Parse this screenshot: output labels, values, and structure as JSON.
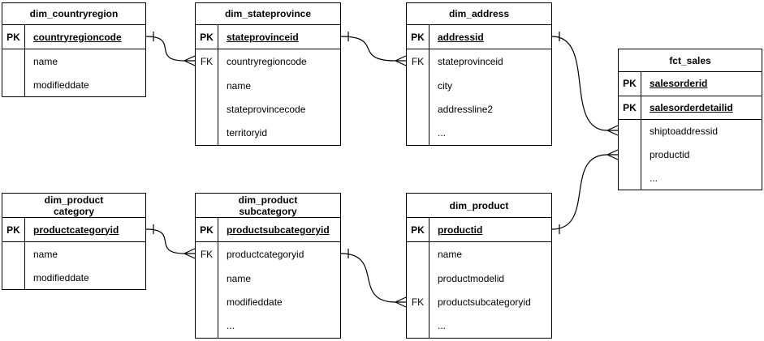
{
  "diagram": {
    "kind": "entity-relationship-diagram",
    "background_color": "#ffffff",
    "line_color": "#000000",
    "text_color": "#000000",
    "key_badges": {
      "primary": "PK",
      "foreign": "FK"
    },
    "tables": [
      {
        "title": "dim_countryregion",
        "rows": [
          {
            "badge": "PK",
            "name": "countryregioncode",
            "is_pk": true
          },
          {
            "badge": "",
            "name": "name"
          },
          {
            "badge": "",
            "name": "modifieddate"
          }
        ]
      },
      {
        "title": "dim_stateprovince",
        "rows": [
          {
            "badge": "PK",
            "name": "stateprovinceid",
            "is_pk": true
          },
          {
            "badge": "FK",
            "name": "countryregioncode"
          },
          {
            "badge": "",
            "name": "name"
          },
          {
            "badge": "",
            "name": "stateprovincecode"
          },
          {
            "badge": "",
            "name": "territoryid"
          }
        ]
      },
      {
        "title": "dim_address",
        "rows": [
          {
            "badge": "PK",
            "name": "addressid",
            "is_pk": true
          },
          {
            "badge": "FK",
            "name": "stateprovinceid"
          },
          {
            "badge": "",
            "name": "city"
          },
          {
            "badge": "",
            "name": "addressline2"
          },
          {
            "badge": "",
            "name": "..."
          }
        ]
      },
      {
        "title": "fct_sales",
        "rows": [
          {
            "badge": "PK",
            "name": "salesorderid",
            "is_pk": true
          },
          {
            "badge": "PK",
            "name": "salesorderdetailid",
            "is_pk": true
          },
          {
            "badge": "",
            "name": "shiptoaddressid"
          },
          {
            "badge": "",
            "name": "productid"
          },
          {
            "badge": "",
            "name": "..."
          }
        ]
      },
      {
        "title": "dim_product\ncategory",
        "rows": [
          {
            "badge": "PK",
            "name": "productcategoryid",
            "is_pk": true
          },
          {
            "badge": "",
            "name": "name"
          },
          {
            "badge": "",
            "name": "modifieddate"
          }
        ]
      },
      {
        "title": "dim_product\nsubcategory",
        "rows": [
          {
            "badge": "PK",
            "name": "productsubcategoryid",
            "is_pk": true
          },
          {
            "badge": "FK",
            "name": "productcategoryid"
          },
          {
            "badge": "",
            "name": "name"
          },
          {
            "badge": "",
            "name": "modifieddate"
          },
          {
            "badge": "",
            "name": "..."
          }
        ]
      },
      {
        "title": "dim_product",
        "rows": [
          {
            "badge": "PK",
            "name": "productid",
            "is_pk": true
          },
          {
            "badge": "",
            "name": "name"
          },
          {
            "badge": "",
            "name": "productmodelid"
          },
          {
            "badge": "FK",
            "name": "productsubcategoryid"
          },
          {
            "badge": "",
            "name": "..."
          }
        ]
      }
    ],
    "relationships": [
      {
        "from_table": "dim_countryregion",
        "from_field": "countryregioncode",
        "to_table": "dim_stateprovince",
        "to_field": "countryregioncode",
        "from_cardinality": "one",
        "to_cardinality": "many"
      },
      {
        "from_table": "dim_stateprovince",
        "from_field": "stateprovinceid",
        "to_table": "dim_address",
        "to_field": "stateprovinceid",
        "from_cardinality": "one",
        "to_cardinality": "many"
      },
      {
        "from_table": "dim_address",
        "from_field": "addressid",
        "to_table": "fct_sales",
        "to_field": "shiptoaddressid",
        "from_cardinality": "one",
        "to_cardinality": "many"
      },
      {
        "from_table": "dim_product",
        "from_field": "productid",
        "to_table": "fct_sales",
        "to_field": "productid",
        "from_cardinality": "one",
        "to_cardinality": "many"
      },
      {
        "from_table": "dim_productcategory",
        "from_field": "productcategoryid",
        "to_table": "dim_productsubcategory",
        "to_field": "productcategoryid",
        "from_cardinality": "one",
        "to_cardinality": "many"
      },
      {
        "from_table": "dim_productsubcategory",
        "from_field": "productsubcategoryid",
        "to_table": "dim_product",
        "to_field": "productsubcategoryid",
        "from_cardinality": "one",
        "to_cardinality": "many"
      }
    ]
  }
}
